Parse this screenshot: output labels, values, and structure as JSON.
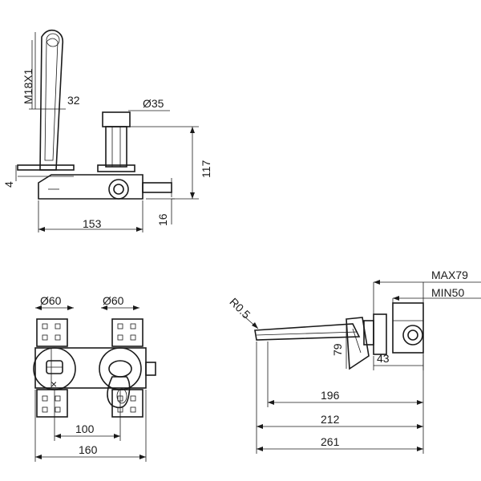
{
  "dimensions": {
    "m18x1": "M18X1",
    "d32": "32",
    "d35": "Ø35",
    "d117": "117",
    "d4": "4",
    "d16": "16",
    "d153": "153",
    "d60a": "Ø60",
    "d60b": "Ø60",
    "d100": "100",
    "d160": "160",
    "r05": "R0.5",
    "max79": "MAX79",
    "min50": "MIN50",
    "d79": "79",
    "d43": "43",
    "d196": "196",
    "d212": "212",
    "d261": "261"
  }
}
